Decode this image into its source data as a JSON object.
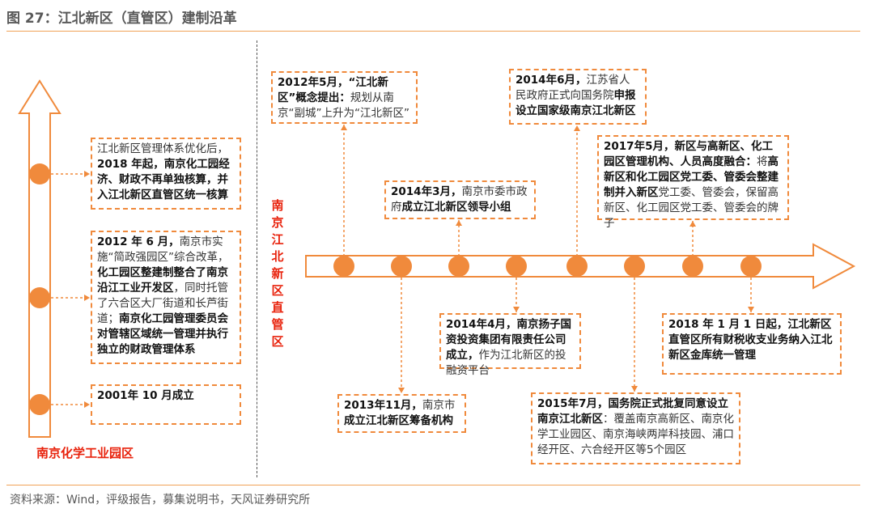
{
  "title": "图 27：江北新区（直管区）建制沿革",
  "source": "资料来源：Wind，评级报告，募集说明书，天风证券研究所",
  "colors": {
    "accent": "#f08a3c",
    "dot": "#f08a3c",
    "label_red": "#e8210b"
  },
  "left_panel": {
    "label": "南京化学工业园区",
    "events": [
      {
        "parts": [
          {
            "t": "江北新区管理体系优化后，",
            "b": false
          },
          {
            "t": "2018 年起，南京化工园经济、财政不再单独核算，并入江北新区直管区统一核算",
            "b": true
          }
        ]
      },
      {
        "parts": [
          {
            "t": "2012 年 6 月，",
            "b": true
          },
          {
            "t": "南京市实施“简政强园区”综合改革，",
            "b": false
          },
          {
            "t": "化工园区整建制整合了南京沿江工业开发区",
            "b": true
          },
          {
            "t": "，同时托管了六合区大厂街道和长芦街道；",
            "b": false
          },
          {
            "t": "南京化工园管理委员会对管辖区域统一管理并执行独立的财政管理体系",
            "b": true
          }
        ]
      },
      {
        "parts": [
          {
            "t": "2001年 10 月成立",
            "b": true
          }
        ]
      }
    ]
  },
  "right_panel": {
    "vertical_label": "南京江北新区直管区",
    "events": [
      {
        "parts": [
          {
            "t": "2012年5月，“江北新区”概念提出：",
            "b": true
          },
          {
            "t": "规划从南京“副城”上升为“江北新区”",
            "b": false
          }
        ]
      },
      {
        "parts": [
          {
            "t": "2013年11月，",
            "b": true
          },
          {
            "t": "南京市",
            "b": false
          },
          {
            "t": "成立江北新区筹备机构",
            "b": true
          }
        ]
      },
      {
        "parts": [
          {
            "t": "2014年3月，",
            "b": true
          },
          {
            "t": "南京市委市政府",
            "b": false
          },
          {
            "t": "成立江北新区领导小组",
            "b": true
          }
        ]
      },
      {
        "parts": [
          {
            "t": "2014年4月，南京扬子国资投资集团有限责任公司成立，",
            "b": true
          },
          {
            "t": "作为江北新区的投融资平台",
            "b": false
          }
        ]
      },
      {
        "parts": [
          {
            "t": "2014年6月，",
            "b": true
          },
          {
            "t": "江苏省人民政府正式向国务院",
            "b": false
          },
          {
            "t": "申报设立国家级南京江北新区",
            "b": true
          }
        ]
      },
      {
        "parts": [
          {
            "t": "2015年7月，国务院正式批复同意设立南京江北新区",
            "b": true
          },
          {
            "t": "：覆盖南京高新区、南京化学工业园区、南京海峡两岸科技园、浦口经开区、六合经开区等5个园区",
            "b": false
          }
        ]
      },
      {
        "parts": [
          {
            "t": "2017年5月，新区与高新区、化工园区管理机构、人员高度融合：",
            "b": true
          },
          {
            "t": "将",
            "b": false
          },
          {
            "t": "高新区和化工园区党工委、管委会整建制并入新区",
            "b": true
          },
          {
            "t": "党工委、管委会，保留高新区、化工园区党工委、管委会的牌子",
            "b": false
          }
        ]
      },
      {
        "parts": [
          {
            "t": "2018 年 1 月 1 日起，江北新区直管区所有财税收支业务纳入江北新区金库统一管理",
            "b": true
          }
        ]
      }
    ]
  }
}
